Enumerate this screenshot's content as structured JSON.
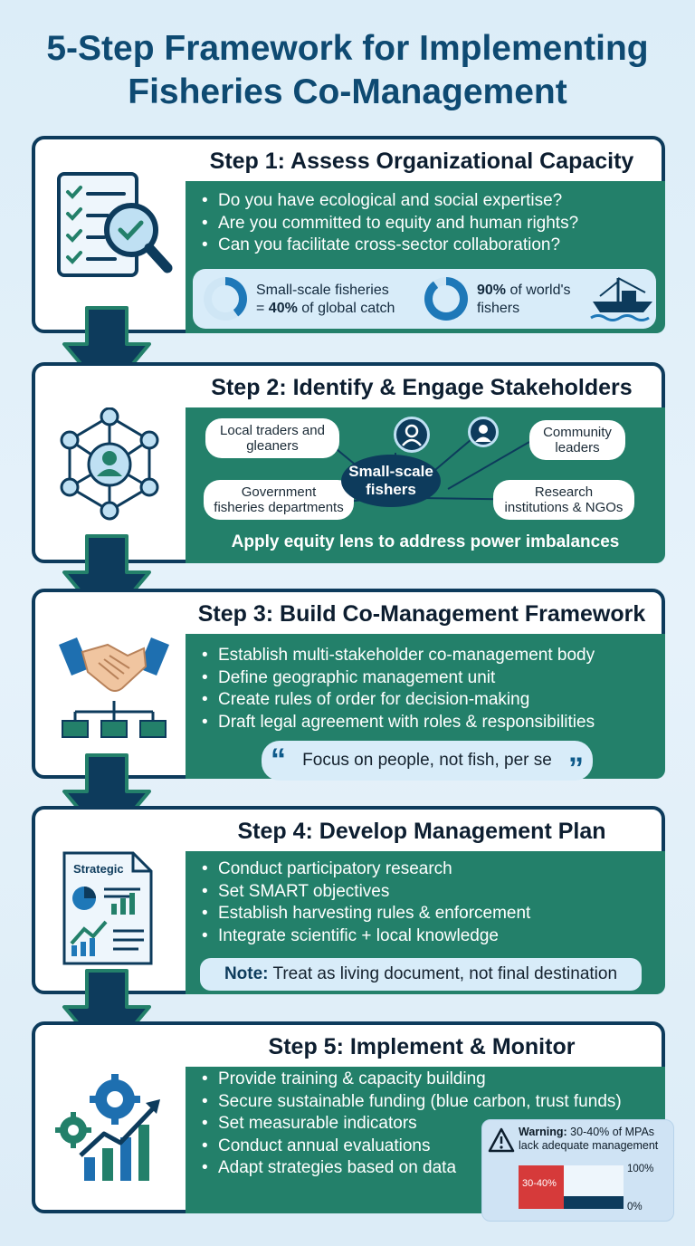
{
  "title": {
    "line1": "5-Step Framework for Implementing",
    "line2": "Fisheries Co-Management"
  },
  "colors": {
    "navy": "#0d3b5c",
    "green": "#23806a",
    "title_blue": "#0e4a72",
    "light_blue": "#d8ecf9",
    "warning_red": "#d63a3a"
  },
  "step1": {
    "heading": "Step 1: Assess Organizational Capacity",
    "icon": "checklist-magnifier-icon",
    "bullets": [
      "Do you have ecological and social expertise?",
      "Are you committed to equity and human rights?",
      "Can you facilitate cross-sector collaboration?"
    ],
    "stat1": {
      "pre": "Small-scale fisheries",
      "mid": "= ",
      "bold": "40%",
      "post": " of global catch",
      "percent": 40
    },
    "stat2": {
      "bold": "90%",
      "post": " of world's",
      "line2": "fishers",
      "percent": 90
    },
    "boat_icon": "fishing-boat-icon"
  },
  "step2": {
    "heading": "Step 2: Identify & Engage Stakeholders",
    "icon": "network-people-icon",
    "hub": {
      "line1": "Small-scale",
      "line2": "fishers"
    },
    "nodes": {
      "traders": {
        "line1": "Local traders and",
        "line2": "gleaners"
      },
      "community": {
        "line1": "Community",
        "line2": "leaders"
      },
      "government": {
        "line1": "Government",
        "line2": "fisheries departments"
      },
      "research": {
        "line1": "Research",
        "line2": "institutions & NGOs"
      }
    },
    "footer": "Apply equity lens to address power imbalances"
  },
  "step3": {
    "heading": "Step 3: Build Co-Management Framework",
    "icon": "handshake-org-chart-icon",
    "bullets": [
      "Establish multi-stakeholder co-management body",
      "Define geographic management unit",
      "Create rules of order for decision-making",
      "Draft legal agreement with roles & responsibilities"
    ],
    "quote": "Focus on people, not fish, per se"
  },
  "step4": {
    "heading": "Step 4: Develop Management Plan",
    "icon": "strategic-document-icon",
    "doc_label": "Strategic",
    "bullets": [
      "Conduct participatory research",
      "Set SMART objectives",
      "Establish harvesting rules & enforcement",
      "Integrate scientific + local knowledge"
    ],
    "note_label": "Note:",
    "note_text": " Treat as living document, not final destination"
  },
  "step5": {
    "heading": "Step 5: Implement & Monitor",
    "icon": "gears-growth-chart-icon",
    "bullets": [
      "Provide training & capacity building",
      "Secure sustainable funding (blue carbon, trust funds)",
      "Set measurable indicators",
      "Conduct annual evaluations",
      "Adapt strategies based on data"
    ],
    "warning": {
      "label": "Warning:",
      "text1": " 30-40% of MPAs",
      "text2": "lack adequate management",
      "bar_label": "30-40%",
      "axis_top": "100%",
      "axis_bottom": "0%",
      "icon": "warning-triangle-icon"
    }
  }
}
